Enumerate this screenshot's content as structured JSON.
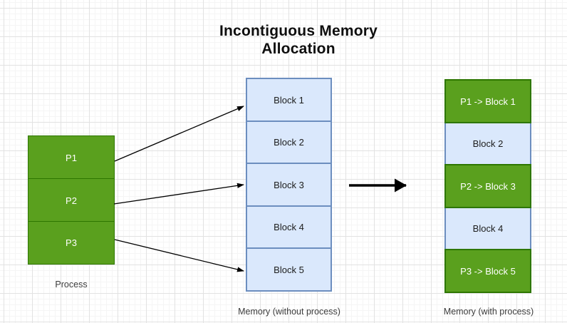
{
  "title": {
    "line1": "Incontiguous Memory",
    "line2": "Allocation"
  },
  "process": {
    "caption": "Process",
    "items": [
      {
        "label": "P1"
      },
      {
        "label": "P2"
      },
      {
        "label": "P3"
      }
    ]
  },
  "memory_without_process": {
    "caption": "Memory (without process)",
    "blocks": [
      {
        "label": "Block 1"
      },
      {
        "label": "Block 2"
      },
      {
        "label": "Block 3"
      },
      {
        "label": "Block 4"
      },
      {
        "label": "Block 5"
      }
    ]
  },
  "memory_with_process": {
    "caption": "Memory (with process)",
    "blocks": [
      {
        "label": "P1 -> Block 1",
        "state": "allocated"
      },
      {
        "label": "Block 2",
        "state": "free"
      },
      {
        "label": "P2 -> Block 3",
        "state": "allocated"
      },
      {
        "label": "Block 4",
        "state": "free"
      },
      {
        "label": "P3 -> Block 5",
        "state": "allocated"
      }
    ]
  },
  "mappings": [
    {
      "from": "P1",
      "to": "Block 1"
    },
    {
      "from": "P2",
      "to": "Block 3"
    },
    {
      "from": "P3",
      "to": "Block 5"
    }
  ],
  "icons": {
    "mapping_arrow": "thin-black-arrow",
    "transformation_arrow": "thick-right-arrow"
  },
  "colors": {
    "canvas_bg": "#ffffff",
    "grid_major": "#e2e2e2",
    "grid_minor": "#f5f5f5",
    "process_fill": "#5aa01e",
    "process_border": "#2d7600",
    "free_block_fill": "#dae8fc",
    "free_block_border": "#6c8ebf",
    "allocated_fill": "#5aa01e",
    "allocated_border": "#2d7600",
    "arrow": "#000000",
    "title_text": "#0e0e0e",
    "caption_text": "#3c3c3c"
  }
}
